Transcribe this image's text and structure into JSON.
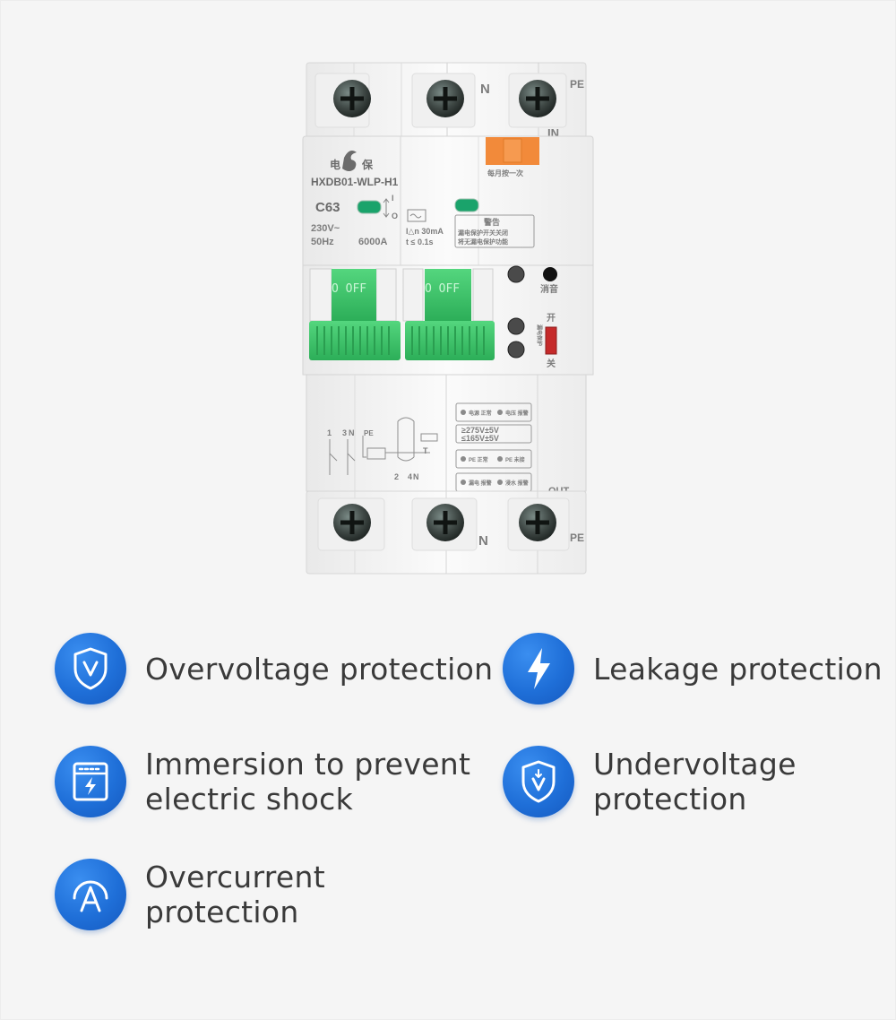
{
  "product": {
    "terminals_top": {
      "n_label": "N",
      "pe_label": "PE",
      "in_label": "IN"
    },
    "terminals_bottom": {
      "n_label": "N",
      "pe_label": "PE",
      "out_label": "OUT"
    },
    "brand_left": "电",
    "brand_right": "保",
    "model": "HXDB01-WLP-H1",
    "rating": "C63",
    "voltage": "230V~",
    "frequency": "50Hz",
    "breaking_capacity": "6000A",
    "switch_mark_on": "I",
    "switch_mark_off": "O",
    "test_note": "每月按一次",
    "leak_current": "I△n  30mA",
    "trip_time": "t ≤  0.1s",
    "warning_title": "警告",
    "warning_line1": "漏电保护开关关闭",
    "warning_line2": "将无漏电保护功能",
    "handle_left": "O OFF",
    "handle_right": "O OFF",
    "mute_label": "消音",
    "on_label": "开",
    "off_label": "关",
    "side_label": "漏电保护",
    "legend": {
      "row1_left": "电源 正常",
      "row1_right": "电压 报警",
      "row2_line1": "≥275V±5V",
      "row2_line2": "≤165V±5V",
      "row3_left": "PE 正常",
      "row3_right": "PE 未接",
      "row4_left": "漏电 报警",
      "row4_right": "浸水 报警"
    },
    "diagram": {
      "t1": "1",
      "t3": "3",
      "tn": "N",
      "tpe": "PE",
      "t2": "2",
      "t4": "4",
      "tno": "N",
      "tt": "T"
    }
  },
  "features": [
    {
      "icon": "shield-v-icon",
      "lines": [
        "Overvoltage protection"
      ]
    },
    {
      "icon": "lightning-icon",
      "lines": [
        "Leakage protection"
      ]
    },
    {
      "icon": "immersion-panel-icon",
      "lines": [
        "Immersion to prevent",
        "electric shock"
      ]
    },
    {
      "icon": "shield-down-v-icon",
      "lines": [
        "Undervoltage",
        "protection"
      ]
    },
    {
      "icon": "ampere-icon",
      "lines": [
        "Overcurrent",
        "protection"
      ]
    }
  ],
  "colors": {
    "background": "#f5f5f5",
    "icon_blue": "#1f6fd8",
    "handle_green": "#3dc46a",
    "test_button_orange": "#f28a3a",
    "text": "#3a3a3a"
  }
}
